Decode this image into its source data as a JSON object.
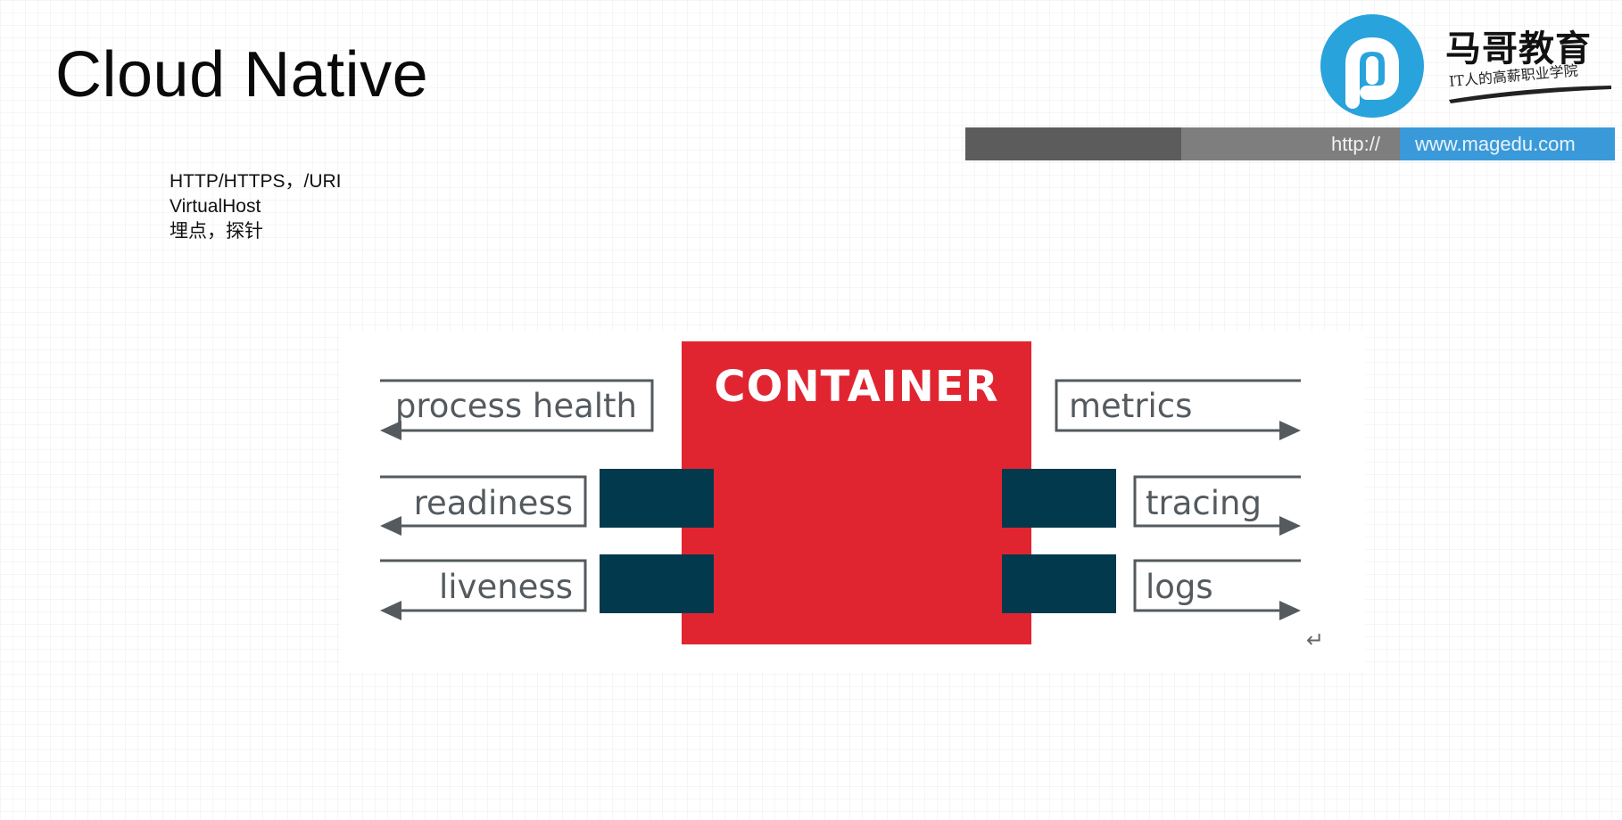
{
  "slide": {
    "title": "Cloud Native"
  },
  "brand": {
    "name": "马哥教育",
    "slogan": "IT人的高薪职业学院",
    "url_prefix": "http://",
    "url": "www.magedu.com",
    "logo_icon": "magedu-logo-icon",
    "colors": {
      "logo_blue": "#29a3dc",
      "url_dark": "#5c5c5c",
      "url_mid": "#7e7e7e",
      "url_blue": "#3a9ad9"
    }
  },
  "notes": [
    "HTTP/HTTPS，/URI",
    "VirtualHost",
    "埋点，探针"
  ],
  "diagram": {
    "center_label": "CONTAINER",
    "left_labels": {
      "process_health": "process health",
      "readiness": "readiness",
      "liveness": "liveness"
    },
    "right_labels": {
      "metrics": "metrics",
      "tracing": "tracing",
      "logs": "logs"
    },
    "colors": {
      "container": "#e02531",
      "ports": "#03394c",
      "lines": "#545a5e"
    },
    "return_symbol": "↵"
  }
}
